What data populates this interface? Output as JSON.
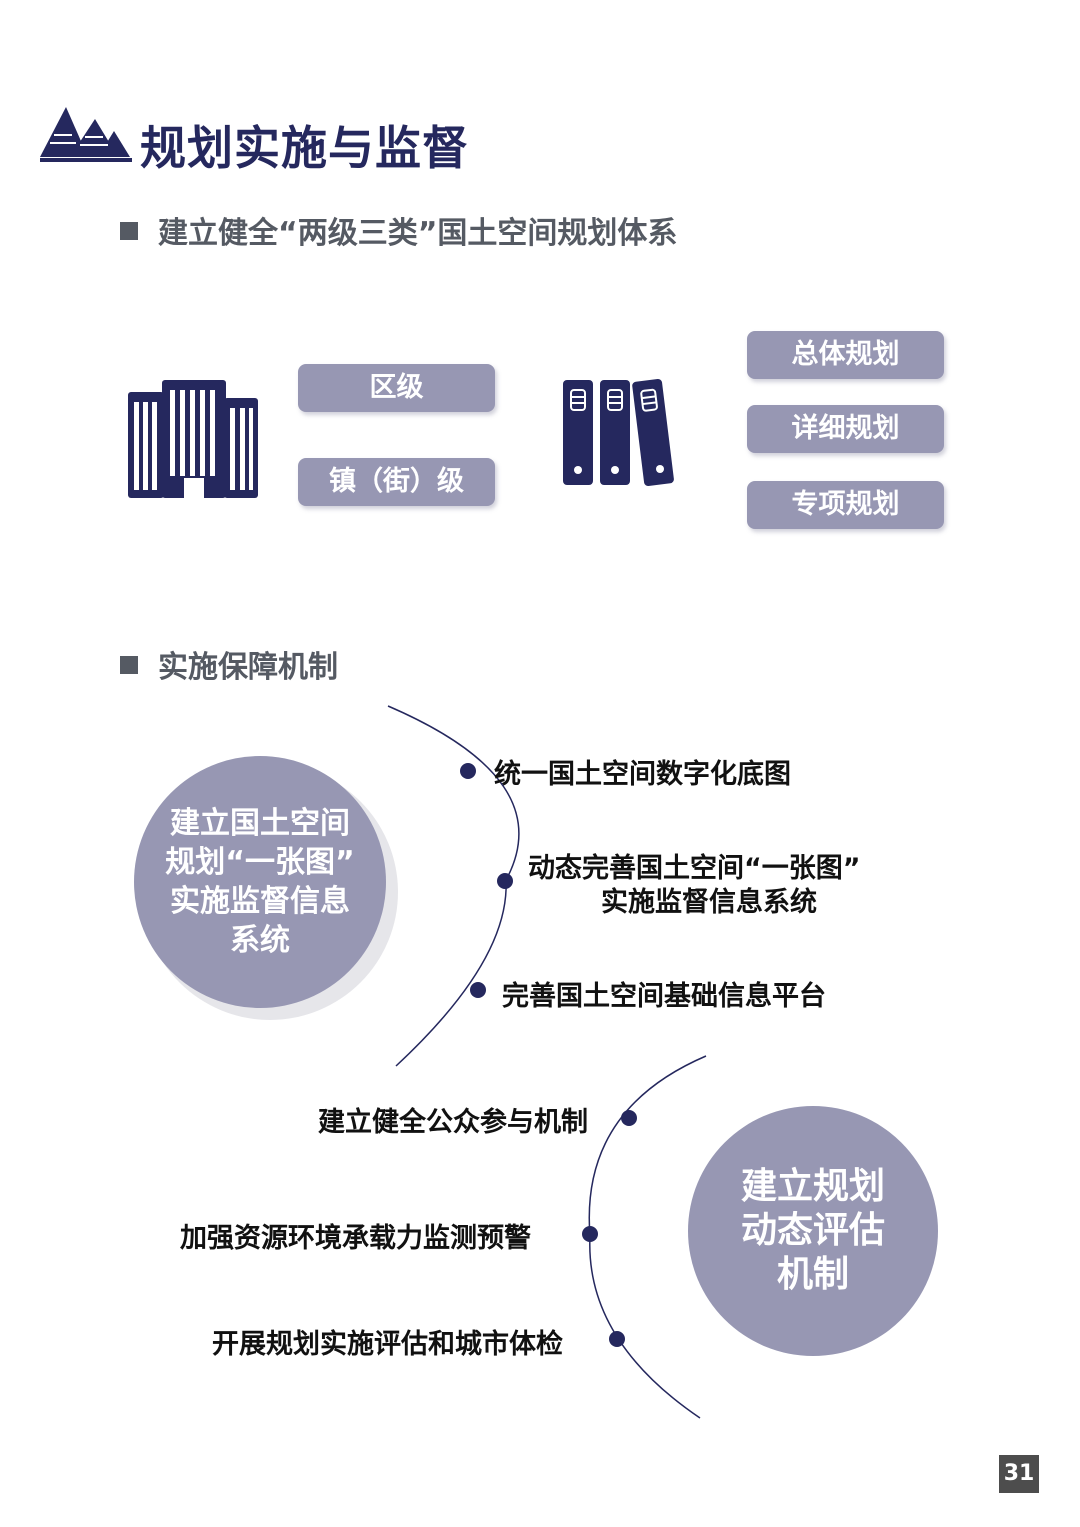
{
  "page_title": "规划实施与监督",
  "section1": {
    "heading": "建立健全“两级三类”国土空间规划体系",
    "levels": [
      "区级",
      "镇（街）级"
    ],
    "types": [
      "总体规划",
      "详细规划",
      "专项规划"
    ]
  },
  "section2": {
    "heading": "实施保障机制",
    "mechanism1": {
      "circle_lines": [
        "建立国土空间",
        "规划“一张图”",
        "实施监督信息",
        "系统"
      ],
      "items": [
        "统一国土空间数字化底图",
        "动态完善国土空间“一张图”",
        "实施监督信息系统",
        "完善国土空间基础信息平台"
      ]
    },
    "mechanism2": {
      "circle_lines": [
        "建立规划",
        "动态评估",
        "机制"
      ],
      "items": [
        "建立健全公众参与机制",
        "加强资源环境承载力监测预警",
        "开展规划实施评估和城市体检"
      ]
    }
  },
  "page_number": "31",
  "colors": {
    "navy": "#25285e",
    "lavender": "#9797b3",
    "gray_text": "#555a63"
  }
}
